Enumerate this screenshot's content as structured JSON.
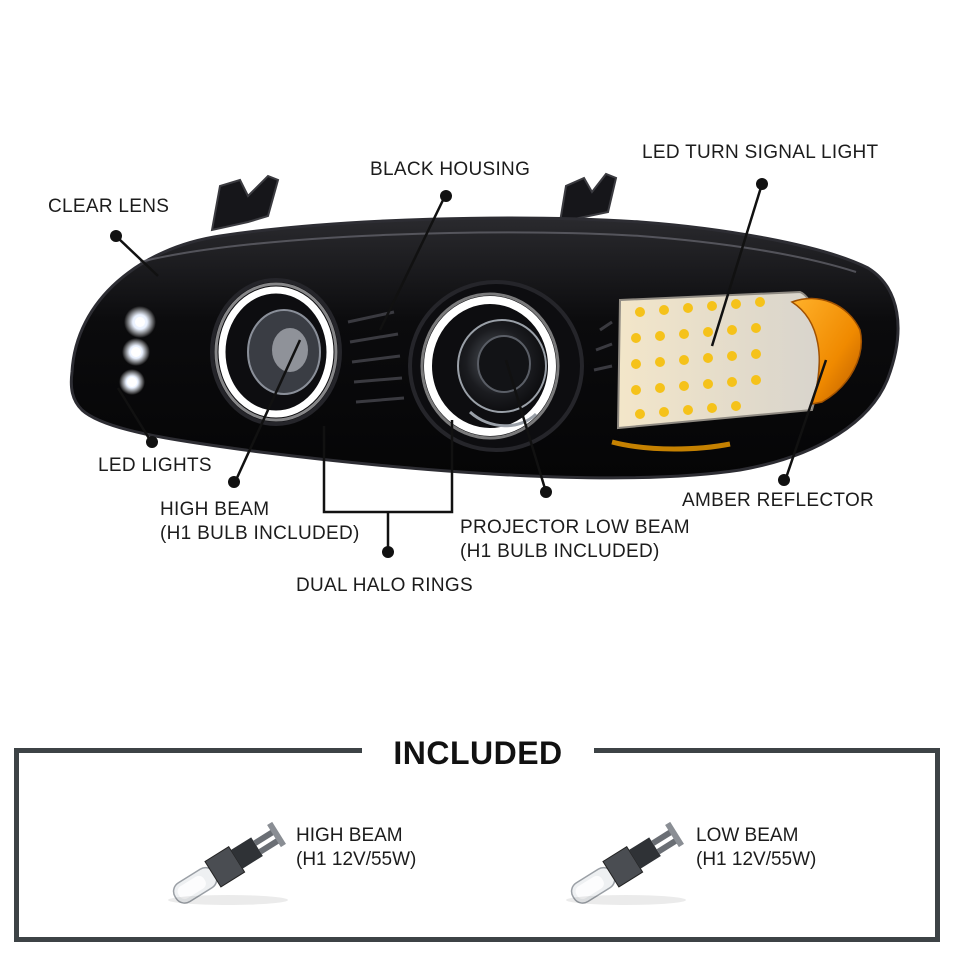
{
  "callouts": {
    "clear_lens": "CLEAR LENS",
    "black_housing": "BLACK HOUSING",
    "led_turn_signal": "LED TURN SIGNAL LIGHT",
    "led_lights": "LED LIGHTS",
    "high_beam": {
      "line1": "HIGH BEAM",
      "line2": "(H1 BULB INCLUDED)"
    },
    "projector_low_beam": {
      "line1": "PROJECTOR LOW BEAM",
      "line2": "(H1 BULB INCLUDED)"
    },
    "amber_reflector": "AMBER REFLECTOR",
    "dual_halo_rings": "DUAL HALO RINGS"
  },
  "included": {
    "title": "INCLUDED",
    "items": [
      {
        "line1": "HIGH BEAM",
        "line2": "(H1 12V/55W)",
        "icon": "h1-bulb-icon"
      },
      {
        "line1": "LOW BEAM",
        "line2": "(H1 12V/55W)",
        "icon": "h1-bulb-icon"
      }
    ]
  },
  "colors": {
    "housing": "#0b0b0d",
    "halo": "#ffffff",
    "amber": "#f08a00",
    "led_yellow": "#f5c21a",
    "frame": "#3d4346"
  }
}
